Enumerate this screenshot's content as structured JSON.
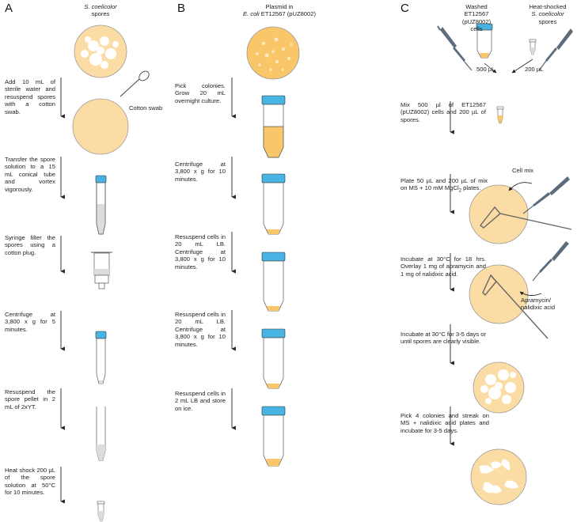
{
  "panelA": {
    "letter": "A",
    "header_line1": "S. coelicolor",
    "header_line2": "spores",
    "swab_label": "Cotton swab",
    "steps": [
      "Add 10 mL of sterile water and resuspend spores with a cotton swab.",
      "Transfer the spore solution to a 15 mL conical tube and vortex vigorously.",
      "Syringe filter the spores using a cotton plug.",
      "Centrifuge at 3,800 x g for 5 minutes.",
      "Resuspend the spore pellet in 2 mL of 2xYT.",
      "Heat shock 200 µL of the spore solution at 50°C for 10 minutes."
    ]
  },
  "panelB": {
    "letter": "B",
    "header_line1": "Plasmid in",
    "header_line2_prefix": "E. coli",
    "header_line2_rest": " ET12567 (pUZ8002)",
    "steps": [
      "Pick colonies. Grow 20 mL overnight culture.",
      "Centrifuge at 3,800 x g for 10 minutes.",
      "Resuspend cells in 20 mL LB. Centrifuge at 3,800 x g for 10 minutes.",
      "Resuspend cells in 20 mL LB. Centrifuge at 3,800 x g for 10 minutes.",
      "Resuspend cells in 2 mL LB and store on ice."
    ]
  },
  "panelC": {
    "letter": "C",
    "washed_label": [
      "Washed",
      "ET12567 (pUZ8002)",
      "cells"
    ],
    "heat_label": [
      "Heat-shocked",
      "S. coelicolor",
      "spores"
    ],
    "volume_left": "500 µL",
    "volume_right": "200 µL",
    "cell_mix_label": "Cell mix",
    "apramycin_label": [
      "Apramycin/",
      "nalidixic acid"
    ],
    "steps": [
      "Mix 500 µl of ET12567 (pUZ8002) cells and 200 µL of spores.",
      "Plate 50 µL and 200 µL of mix on MS + 10 mM MgCl2 plates.",
      "Incubate at 30°C for 18 hrs. Overlay 1 mg of apramycin and 1 mg of nalidixic acid.",
      "Incubate at 30°C for 3-5 days or until spores are clearly visible.",
      "Pick 4 colonies and streak on MS + nalidixic acid plates and incubate for 3-5 days."
    ],
    "plate_step_parts": {
      "before": "Plate 50 µL and 200 µL of mix on MS + 10 mM MgCl",
      "sub": "2",
      "after": " plates."
    }
  },
  "colors": {
    "agar": "#fbdca4",
    "culture": "#f9c66a",
    "cap": "#47b4e3",
    "pipette": "#5b6c7c",
    "liquid_grey": "#dcdcdc"
  }
}
